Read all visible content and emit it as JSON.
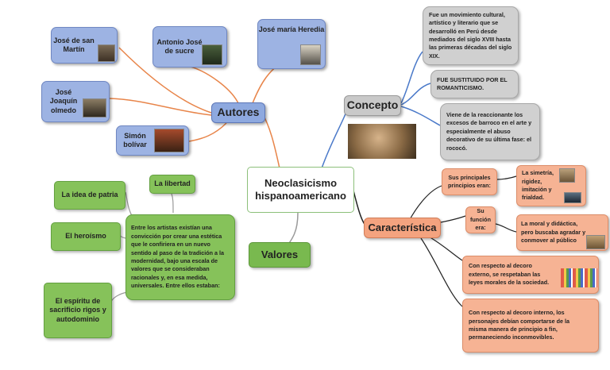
{
  "center": {
    "title": "Neoclasicismo hispanoamericano"
  },
  "autores": {
    "label": "Autores",
    "items": [
      "José de san Martín",
      "Antonio José de sucre",
      "José maría Heredia",
      "José Joaquín olmedo",
      "Simón bolívar"
    ]
  },
  "concepto": {
    "label": "Concepto",
    "items": [
      "Fue un movimiento cultural, artístico y literario que se desarrolló en Perú desde mediados del siglo XVIII hasta las primeras décadas del siglo XIX.",
      "FUE SUSTITUIDO POR EL ROMANTICISMO.",
      "Viene de la reaccionante los excesos de barroco en el arte y especialmente el abuso decorativo de su última fase: el rococó."
    ]
  },
  "caracteristica": {
    "label": "Característica",
    "sub1": "Sus principales principios eran:",
    "sub1_detail": "La simetría, rigidez, imitación y frialdad.",
    "sub2": "Su función era:",
    "sub2_detail": "La moral y didáctica, pero buscaba agradar y conmover al público",
    "sub3": "Con respecto al decoro externo, se respetaban las leyes morales de la sociedad.",
    "sub4": "Con respecto al decoro interno, los personajes debían comportarse de la misma manera de principio a fin, permaneciendo inconmovibles."
  },
  "valores": {
    "label": "Valores",
    "description": "Entre los artistas existían una convicción por crear una estética que le confiriera en un nuevo sentido al paso de la tradición a la modernidad, bajo una escala de valores que se consideraban racionales y, en esa medida, universales. Entre ellos estaban:",
    "items": [
      "La libertad",
      "La idea de patria",
      "El heroísmo",
      "El espíritu de sacrificio rigos y autodominio"
    ]
  },
  "colors": {
    "blue": "#9db3e3",
    "grey": "#c9c9c9",
    "salmon": "#f4a37f",
    "green": "#79b94f",
    "link_blue": "#4a79c9",
    "link_orange": "#e8854a",
    "link_grey": "#9a9a9a",
    "link_black": "#222222"
  }
}
